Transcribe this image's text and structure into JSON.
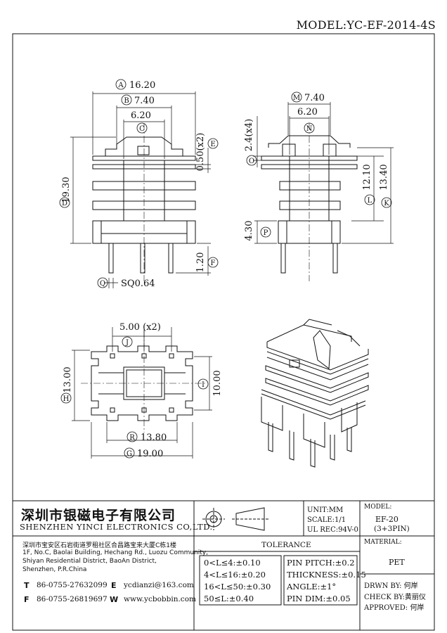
{
  "model": "MODEL:YC-EF-2014-4S",
  "dims": {
    "A": "A",
    "A_val": "16.20",
    "B": "B",
    "B_val": "7.40",
    "C": "C",
    "C_val": "6.20",
    "D": "D",
    "D_val": "19.30",
    "E": "E",
    "E_val": "0.50(x2)",
    "F": "F",
    "F_val": "1.20",
    "Q": "Q",
    "Q_val": "SQ0.64",
    "M": "M",
    "M_val": "7.40",
    "N": "N",
    "N_val": "6.20",
    "O": "O",
    "O_val": "2.4(x4)",
    "L": "L",
    "L_val": "12.10",
    "K": "K",
    "K_val": "13.40",
    "P": "P",
    "P_val": "4.30",
    "J": "J",
    "J_val": "5.00 (x2)",
    "H": "H",
    "H_val": "13.00",
    "I": "I",
    "I_val": "10.00",
    "R": "R",
    "R_val": "13.80",
    "G": "G",
    "G_val": "19.00"
  },
  "title_block": {
    "company_cn": "深圳市银磁电子有限公司",
    "company_en": "SHENZHEN YINCI ELECTRONICS CO,LTD.",
    "address_cn": "深圳市宝安区石岩街道罗租社区合昌路宝来大厦C栋1楼",
    "address_en1": "1F, No.C, Baolai Building, Hechang Rd., Luozu Community,",
    "address_en2": "Shiyan Residential District, BaoAn District,",
    "address_en3": "Shenzhen, P.R.China",
    "tel_label": "T",
    "tel": "86-0755-27632099",
    "fax_label": "F",
    "fax": "86-0755-26819697",
    "email_label": "E",
    "email": "ycdianzi@163.com",
    "web_label": "W",
    "web": "www.ycbobbin.com",
    "unit": "UNIT:MM",
    "scale": "SCALE:1/1",
    "ul": "UL REC:94V-0",
    "model_label": "MODEL:",
    "model_value": "EF-20",
    "model_pins": "(3+3PIN)",
    "material_label": "MATERIAL:",
    "material_value": "PET",
    "tolerance_title": "TOLERANCE",
    "tol": [
      "0<L≤4:±0.10",
      "4<L≤16:±0.20",
      "16<L≤50:±0.30",
      "50≤L:±0.40"
    ],
    "tol2": [
      "PIN PITCH:±0.2",
      "THICKNESS:±0.15",
      "ANGLE:±1°",
      "PIN DIM:±0.05"
    ],
    "drawn": "DRWN BY: 何岸",
    "check": "CHECK BY:黄丽仪",
    "approved": "APPROVED: 何岸"
  }
}
